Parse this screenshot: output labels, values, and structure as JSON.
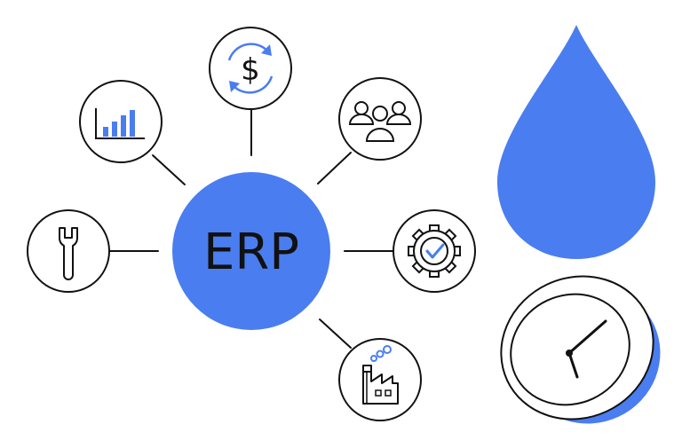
{
  "hub": {
    "label": "ERP"
  },
  "nodes": [
    {
      "id": "finance",
      "icon": "dollar-cycle-icon"
    },
    {
      "id": "analytics",
      "icon": "bar-chart-icon"
    },
    {
      "id": "team",
      "icon": "people-group-icon"
    },
    {
      "id": "maintenance",
      "icon": "wrench-icon"
    },
    {
      "id": "process-settings",
      "icon": "gear-check-icon"
    },
    {
      "id": "manufacturing",
      "icon": "factory-icon"
    }
  ],
  "decorations": [
    {
      "id": "drop",
      "icon": "water-drop-icon"
    },
    {
      "id": "clock",
      "icon": "clock-icon"
    }
  ],
  "colors": {
    "accent": "#4a7df0",
    "stroke": "#111111",
    "background": "#ffffff"
  }
}
